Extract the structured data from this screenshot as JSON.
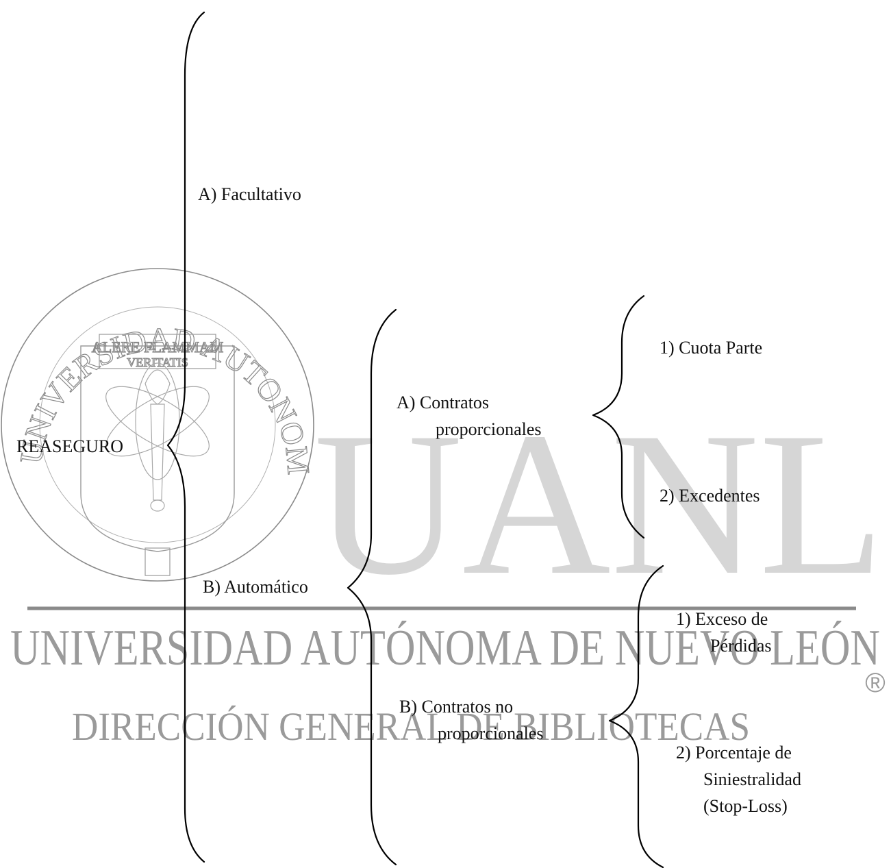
{
  "watermark": {
    "seal_arc_text": "UNIVERSIDAD AUTONOMA DE NUEVO LEON",
    "seal_motto_line1": "ALERE FLAMMAM",
    "seal_motto_line2": "VERITATIS",
    "big_letters": "UANL",
    "university": "UNIVERSIDAD AUTÓNOMA DE NUEVO LEÓN",
    "registered_mark": "®",
    "direction": "DIRECCIÓN GENERAL DE BIBLIOTECAS"
  },
  "diagram": {
    "root": "REASEGURO",
    "facultativo": "A) Facultativo",
    "automatico": "B) Automático",
    "proporcionales": {
      "line1": "A) Contratos",
      "line2": "proporcionales"
    },
    "no_proporcionales": {
      "line1": "B) Contratos  no",
      "line2": "proporcionales"
    },
    "cuota_parte": "1) Cuota Parte",
    "excedentes": "2) Excedentes",
    "exceso": {
      "line1": "1) Exceso de",
      "line2": "Pérdidas"
    },
    "porcentaje": {
      "line1": "2) Porcentaje de",
      "line2": "Siniestralidad",
      "line3": "(Stop-Loss)"
    }
  }
}
